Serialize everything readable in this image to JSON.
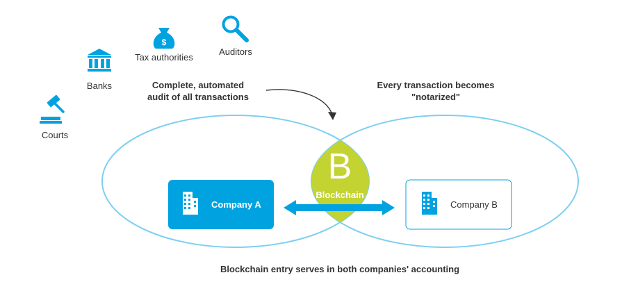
{
  "stakeholders": {
    "courts": {
      "label": "Courts",
      "icon": "gavel-icon"
    },
    "banks": {
      "label": "Banks",
      "icon": "bank-icon"
    },
    "tax_authorities": {
      "label": "Tax authorities",
      "icon": "money-bag-icon"
    },
    "auditors": {
      "label": "Auditors",
      "icon": "magnifier-icon"
    }
  },
  "annotations": {
    "audit_line1": "Complete, automated",
    "audit_line2": "audit of all transactions",
    "notarized_line1": "Every transaction becomes",
    "notarized_line2": "\"notarized\""
  },
  "blockchain": {
    "letter": "B",
    "label": "Blockchain"
  },
  "company_a": {
    "label": "Company A",
    "icon": "office-building-icon"
  },
  "company_b": {
    "label": "Company B",
    "icon": "office-building-icon"
  },
  "caption": "Blockchain entry serves in both companies' accounting",
  "colors": {
    "accent_blue": "#00a3e0",
    "circle_outline": "#7ecff0",
    "blockchain_green": "#c3d331",
    "text": "#333333"
  }
}
